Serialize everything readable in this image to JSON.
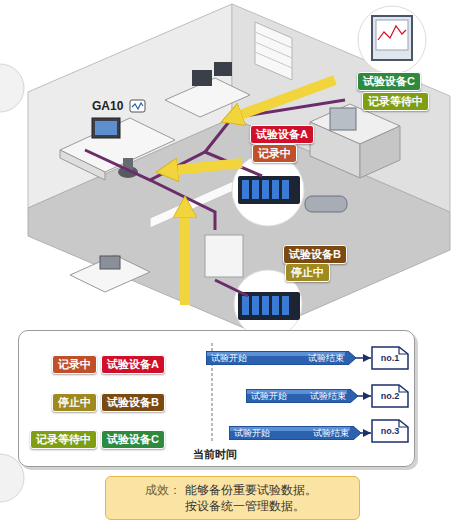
{
  "diagram": {
    "nodes": [
      {
        "text": [
          "试验设备C"
        ]
      },
      {
        "text": [
          "记录等待中"
        ]
      },
      {
        "text": [
          "试验设备A"
        ]
      },
      {
        "text": [
          "记录中"
        ]
      },
      {
        "text": [
          "试验设备B"
        ]
      },
      {
        "text": [
          "停止中"
        ]
      },
      {
        "text": [
          "当前时间"
        ]
      },
      {
        "text": [
          "记录中"
        ],
        "in": 6
      },
      {
        "text": [
          "试验设备A"
        ],
        "in": 6
      },
      {
        "text": [
          "试验开始",
          "试验结束"
        ],
        "in": 6
      },
      {
        "text": [
          "no.1"
        ],
        "in": 6
      },
      {
        "text": [
          "停止中"
        ],
        "in": 6
      },
      {
        "text": [
          "试验设备B"
        ],
        "in": 6
      },
      {
        "text": [
          "试验开始",
          "试验结束"
        ],
        "in": 6
      },
      {
        "text": [
          "no.2"
        ],
        "in": 6
      },
      {
        "text": [
          "记录等待中"
        ],
        "in": 6
      },
      {
        "text": [
          "试验设备C"
        ],
        "in": 6
      },
      {
        "text": [
          "试验开始",
          "试验结束"
        ],
        "in": 6
      },
      {
        "text": [
          "no.3"
        ],
        "in": 6
      },
      {
        "text": [
          "成效：",
          "能够备份重要试验数据。 按设备统一管理数据。"
        ]
      }
    ],
    "edges": [
      {
        "from": 9,
        "to": 10,
        "arrow": "to"
      },
      {
        "from": 13,
        "to": 14,
        "arrow": "to"
      },
      {
        "from": 17,
        "to": 18,
        "arrow": "to"
      }
    ],
    "labels": [
      "GA10"
    ]
  }
}
